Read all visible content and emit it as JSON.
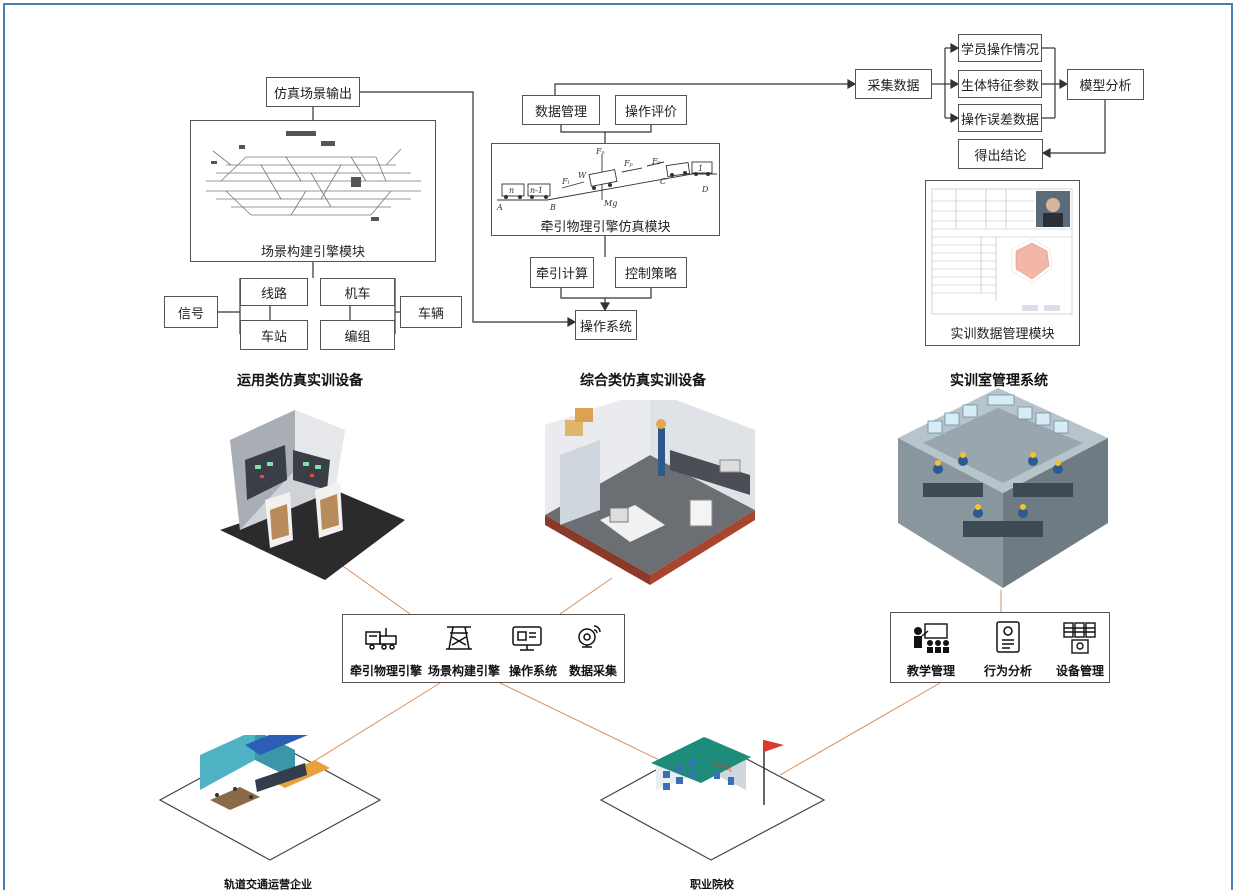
{
  "ops_sim": {
    "heading": "运用类仿真实训设备",
    "scene_output": "仿真场景输出",
    "scene_engine_caption": "场景构建引擎模块",
    "tags": {
      "signal": "信号",
      "line": "线路",
      "loco": "机车",
      "vehicle": "车辆",
      "station": "车站",
      "formation": "编组"
    }
  },
  "comp_sim": {
    "heading": "综合类仿真实训设备",
    "data_mgmt": "数据管理",
    "op_eval": "操作评价",
    "physics_caption": "牵引物理引擎仿真模块",
    "traction_calc": "牵引计算",
    "control_strategy": "控制策略",
    "op_system": "操作系统",
    "force_labels": {
      "fn": "Fₙ",
      "w": "W",
      "fl": "Fₗ",
      "fp": "Fₚ",
      "mg": "Mg",
      "A": "A",
      "B": "B",
      "C": "C",
      "D": "D",
      "n": "n",
      "n1": "n-1",
      "one": "1"
    }
  },
  "lab_mgmt": {
    "heading": "实训室管理系统",
    "collect": "采集数据",
    "student_ops": "学员操作情况",
    "bio_params": "生体特征参数",
    "error_data": "操作误差数据",
    "model_analysis": "模型分析",
    "conclusion": "得出结论",
    "data_module_caption": "实训数据管理模块"
  },
  "engine_bar": [
    {
      "icon": "locomotive-icon",
      "label": "牵引物理引擎"
    },
    {
      "icon": "pylon-icon",
      "label": "场景构建引擎"
    },
    {
      "icon": "monitor-icon",
      "label": "操作系统"
    },
    {
      "icon": "camera-icon",
      "label": "数据采集"
    }
  ],
  "mgmt_bar": [
    {
      "icon": "teaching-icon",
      "label": "教学管理"
    },
    {
      "icon": "profile-icon",
      "label": "行为分析"
    },
    {
      "icon": "equipment-icon",
      "label": "设备管理"
    }
  ],
  "locations": {
    "enterprise": "轨道交通运营企业",
    "school": "职业院校",
    "school_sign": "SCHOOL"
  },
  "colors": {
    "frame": "#4a7fb6",
    "orange_line": "#d98f5c",
    "school_roof": "#1e8c7a",
    "flag": "#d93a2b"
  }
}
